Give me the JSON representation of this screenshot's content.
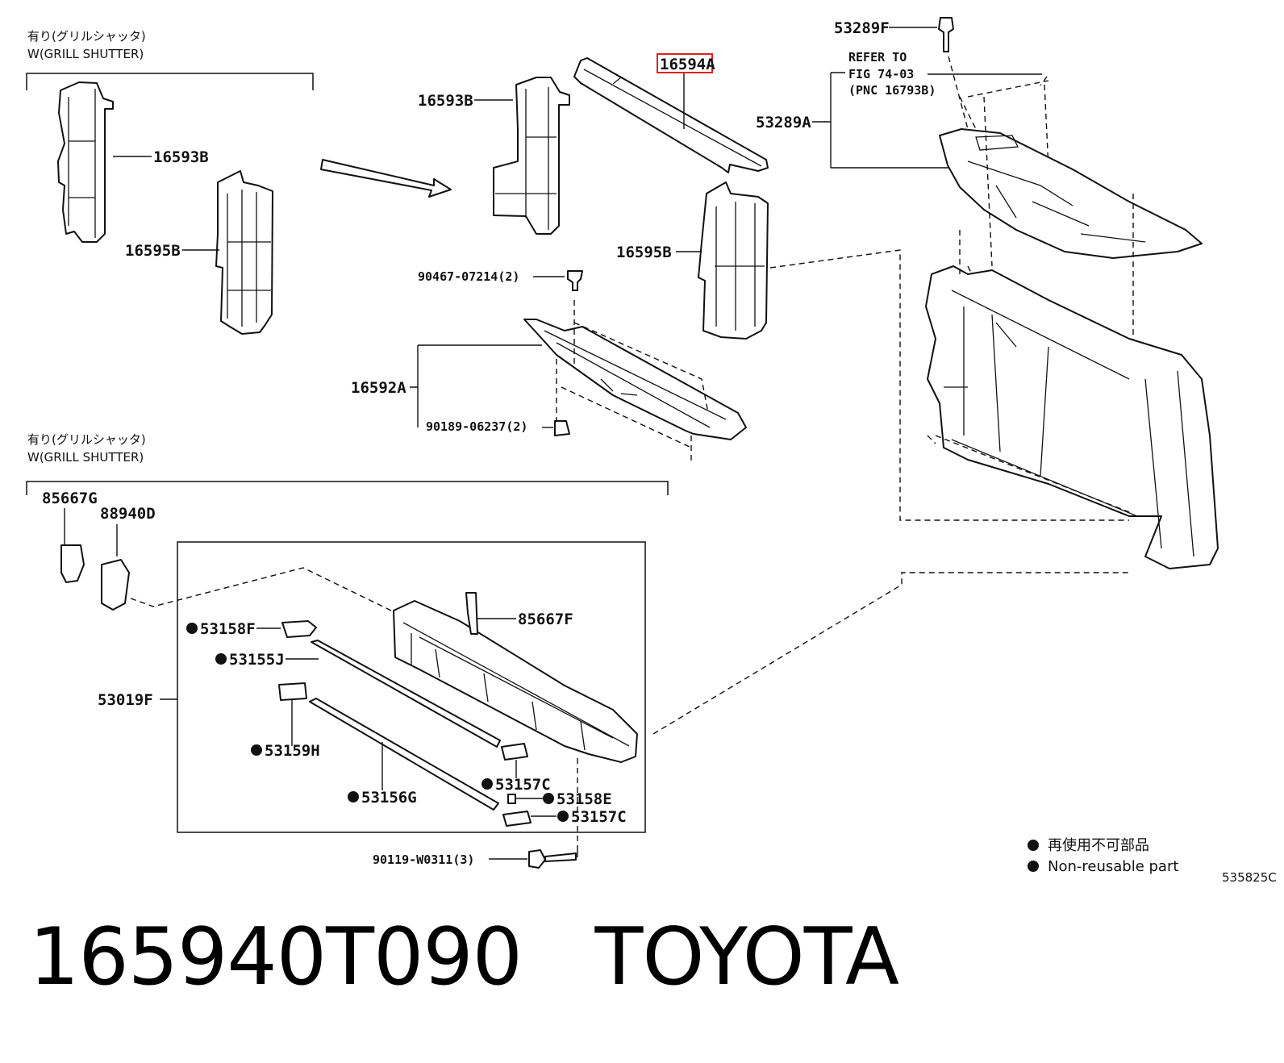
{
  "notes": {
    "grill_shutter_jp_1": "有り(グリルシャッタ)",
    "grill_shutter_en_1": "W(GRILL SHUTTER)",
    "grill_shutter_jp_2": "有り(グリルシャッタ)",
    "grill_shutter_en_2": "W(GRILL SHUTTER)",
    "refer_line1": "REFER TO",
    "refer_line2": "FIG 74-03",
    "refer_line3": "(PNC 16793B)"
  },
  "callouts": {
    "c16593B_left": "16593B",
    "c16595B_left": "16595B",
    "c16593B_right": "16593B",
    "c16594A": "16594A",
    "c16595B_right": "16595B",
    "c90467": "90467-07214(2)",
    "c16592A": "16592A",
    "c90189": "90189-06237(2)",
    "c53289F": "53289F",
    "c53289A": "53289A",
    "c85667G": "85667G",
    "c88940D": "88940D",
    "c53158F": "53158F",
    "c53155J": "53155J",
    "c53019F": "53019F",
    "c85667F": "85667F",
    "c53159H": "53159H",
    "c53156G": "53156G",
    "c53157C_a": "53157C",
    "c53158E": "53158E",
    "c53157C_b": "53157C",
    "c90119": "90119-W0311(3)"
  },
  "legend": {
    "jp": "再使用不可部品",
    "en": "Non-reusable part"
  },
  "illustration_code": "535825C",
  "highlight_color": "#e02020",
  "footer": {
    "part_number": "165940T090",
    "brand": "TOYOTA"
  }
}
